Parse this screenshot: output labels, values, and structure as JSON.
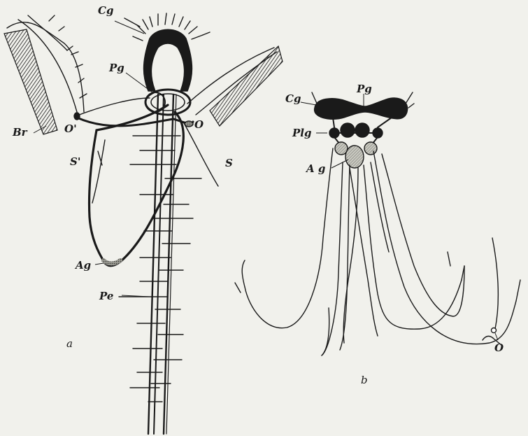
{
  "figure_a": {
    "label": "a",
    "labels": {
      "cerebral_ganglion": "Cg",
      "pedal_ganglion": "Pg",
      "branchia": "Br",
      "osphradium_left": "O'",
      "osphradium_right": "O",
      "siphon_left": "S'",
      "siphon_right": "S",
      "abdominal_ganglion": "Ag",
      "pedal_nerve": "Pe"
    }
  },
  "figure_b": {
    "label": "b",
    "labels": {
      "cerebral_ganglion": "Cg",
      "pedal_ganglion": "Pg",
      "pleural_ganglion": "Plg",
      "abdominal_ganglion": "A g",
      "osphradium": "O"
    }
  },
  "colors": {
    "ink": "#1a1a1a",
    "paper": "#f1f1ec"
  }
}
